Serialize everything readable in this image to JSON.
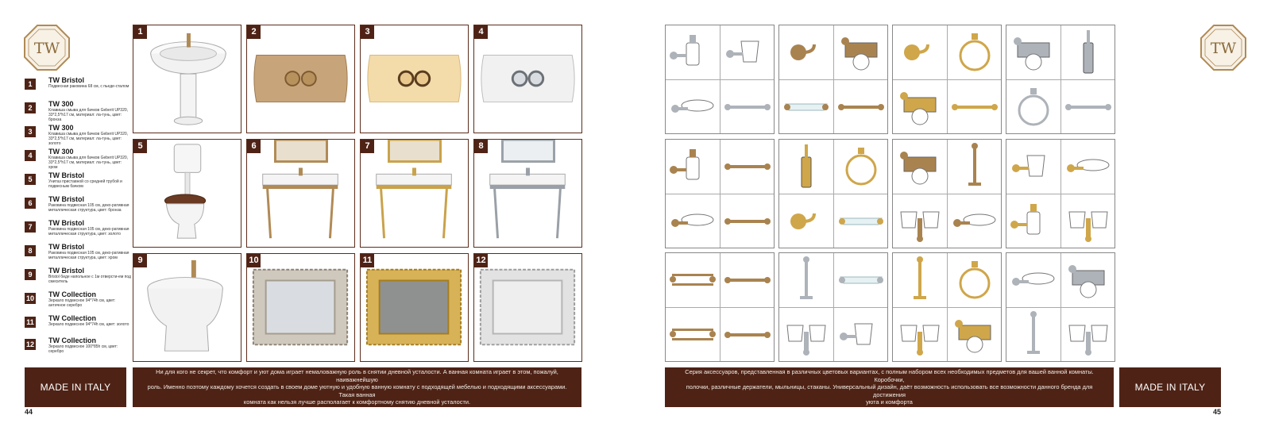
{
  "brand": {
    "logo_text": "TW"
  },
  "products": [
    {
      "num": "1",
      "name": "TW Bristol",
      "desc": "Подвесная раковина 68 см, с пьеде-сталом"
    },
    {
      "num": "2",
      "name": "TW 300",
      "desc": "Клавиша смыва для бачков Geberit UP320, 33*2,5*h17 см, материал: ла-тунь, цвет: бронза"
    },
    {
      "num": "3",
      "name": "TW 300",
      "desc": "Клавиша смыва для бачков Geberit UP320, 33*2,5*h17 см, материал: ла-тунь, цвет: золото"
    },
    {
      "num": "4",
      "name": "TW 300",
      "desc": "Клавиша смыва для бачков Geberit UP320, 33*2,5*h17 см, материал: ла-тунь, цвет: хром"
    },
    {
      "num": "5",
      "name": "TW Bristol",
      "desc": "Унитаз приставной со средней трубой и подвесным бачком"
    },
    {
      "num": "6",
      "name": "TW Bristol",
      "desc": "Раковина подвесная 105 см, деко-ративная металлическая структура, цвет: бронза"
    },
    {
      "num": "7",
      "name": "TW Bristol",
      "desc": "Раковина подвесная 105 см, деко-ративная металлическая структура, цвет: золото"
    },
    {
      "num": "8",
      "name": "TW Bristol",
      "desc": "Раковина подвесная 105 см, деко-ративная металлическая структура, цвет: хром"
    },
    {
      "num": "9",
      "name": "TW Bristol",
      "desc": "Bristol биде напольное с 1м отверсти-ем под смеситель"
    },
    {
      "num": "10",
      "name": "TW Collection",
      "desc": "Зеркало подвесное 94*74h см, цвет: античное серебро"
    },
    {
      "num": "11",
      "name": "TW Collection",
      "desc": "Зеркало подвесное 94*74h см, цвет: золото"
    },
    {
      "num": "12",
      "name": "TW Collection",
      "desc": "Зеркало подвесное 100*85h см, цвет: серебро"
    }
  ],
  "footer": {
    "made_in_left": "MADE IN ITALY",
    "made_in_right": "MADE IN ITALY",
    "left_text": [
      "Ни для кого не секрет, что комфорт и уют дома играет немаловажную роль в снятии дневной усталости. А ванная комната играет в этом, пожалуй, наиважнейшую",
      "роль. Именно поэтому каждому хочется создать в своем доме уютную и удобную ванную комнату с подходящей мебелью и подходящими аксессуарами. Такая ванная",
      "комната как нельзя лучше располагает к комфортному снятию дневной усталости."
    ],
    "right_text": [
      "Серия аксессуаров, представленная в различных цветовых вариантах, с полным набором всех необходимых предметов для вашей ванной комнаты. Коробочки,",
      "полочки, различные держатели, мыльницы, стаканы. Универсальный дизайн, даёт возможность использовать все возможности данного бренда для достижения",
      "уюта и комфорта"
    ],
    "page_left": "44",
    "page_right": "45"
  },
  "colors": {
    "brand_brown": "#4e2316",
    "cell_border": "#5b2d1b",
    "bronze": "#b08a55",
    "gold": "#c9a24a",
    "chrome": "#b8bcc2"
  },
  "accessory_groups": [
    {
      "finish": "chrome",
      "items": [
        "soap-dispenser",
        "tumbler-holder",
        "soap-dish",
        "towel-bar"
      ]
    },
    {
      "finish": "bronze",
      "items": [
        "robe-hook",
        "paper-holder-covered",
        "glass-shelf",
        "towel-bar"
      ]
    },
    {
      "finish": "gold",
      "items": [
        "robe-hook",
        "towel-ring",
        "paper-holder-covered",
        "towel-bar"
      ]
    },
    {
      "finish": "chrome",
      "items": [
        "paper-holder-covered",
        "toilet-brush",
        "towel-ring",
        "towel-bar"
      ]
    },
    {
      "finish": "bronze",
      "items": [
        "soap-dispenser",
        "towel-bar",
        "soap-dish",
        "towel-bar"
      ]
    },
    {
      "finish": "gold",
      "items": [
        "toilet-brush",
        "towel-ring",
        "robe-hook",
        "glass-shelf"
      ]
    },
    {
      "finish": "bronze",
      "items": [
        "paper-holder-covered",
        "spare-roll-holder",
        "double-tumbler",
        "soap-dish"
      ]
    },
    {
      "finish": "gold",
      "items": [
        "tumbler-holder",
        "soap-dish",
        "soap-dispenser",
        "double-tumbler"
      ]
    },
    {
      "finish": "bronze",
      "items": [
        "double-towel-bar",
        "towel-bar",
        "double-towel-bar",
        "towel-bar"
      ]
    },
    {
      "finish": "chrome",
      "items": [
        "spare-roll-holder",
        "glass-shelf",
        "double-tumbler",
        "tumbler-holder"
      ]
    },
    {
      "finish": "gold",
      "items": [
        "spare-roll-holder",
        "towel-ring",
        "double-tumbler",
        "paper-holder-covered"
      ]
    },
    {
      "finish": "chrome",
      "items": [
        "soap-dish",
        "paper-holder-covered",
        "spare-roll-holder",
        "double-tumbler"
      ]
    }
  ]
}
